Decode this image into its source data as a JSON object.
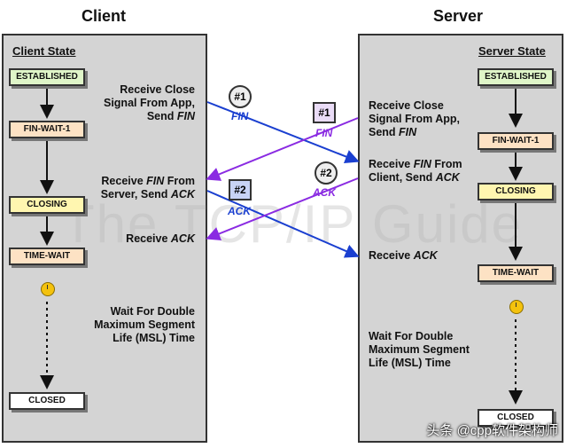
{
  "headers": {
    "client": "Client",
    "server": "Server"
  },
  "client": {
    "title": "Client State",
    "states": {
      "established": "ESTABLISHED",
      "finwait1": "FIN-WAIT-1",
      "closing": "CLOSING",
      "timewait": "TIME-WAIT",
      "closed": "CLOSED"
    },
    "labels": {
      "recv_close_1": "Receive Close",
      "recv_close_2": "Signal From App,",
      "recv_close_3": "Send ",
      "fin": "FIN",
      "recv_fin_1": "Receive ",
      "recv_fin_2": " From",
      "recv_fin_3": "Server, Send ",
      "ack": "ACK",
      "recv_ack": "Receive ",
      "wait_1": "Wait For Double",
      "wait_2": "Maximum Segment",
      "wait_3": "Life (MSL) Time"
    }
  },
  "server": {
    "title": "Server State",
    "states": {
      "established": "ESTABLISHED",
      "finwait1": "FIN-WAIT-1",
      "closing": "CLOSING",
      "timewait": "TIME-WAIT",
      "closed": "CLOSED"
    },
    "labels": {
      "recv_close_1": "Receive Close",
      "recv_close_2": "Signal From App,",
      "recv_close_3": "Send ",
      "fin": "FIN",
      "recv_fin_1": "Receive ",
      "recv_fin_2": " From",
      "recv_fin_3": "Client, Send ",
      "ack": "ACK",
      "recv_ack": "Receive ",
      "wait_1": "Wait For Double",
      "wait_2": "Maximum Segment",
      "wait_3": "Life (MSL) Time"
    }
  },
  "segments": {
    "client_fin": {
      "badge": "#1",
      "label": "FIN"
    },
    "client_ack": {
      "badge": "#2",
      "label": "ACK"
    },
    "server_fin": {
      "badge": "#1",
      "label": "FIN"
    },
    "server_ack": {
      "badge": "#2",
      "label": "ACK"
    }
  },
  "watermark": "The TCP/IP Guide",
  "footer": "头条 @cpp软件架构师",
  "colors": {
    "client_segment": "#1a3fd0",
    "server_segment": "#8a2be2",
    "established": "#dff5c8",
    "finwait": "#fde2c4",
    "closing": "#fff6b0",
    "timewait": "#fde2c4",
    "closed": "#ffffff",
    "panel": "#d4d4d4"
  }
}
